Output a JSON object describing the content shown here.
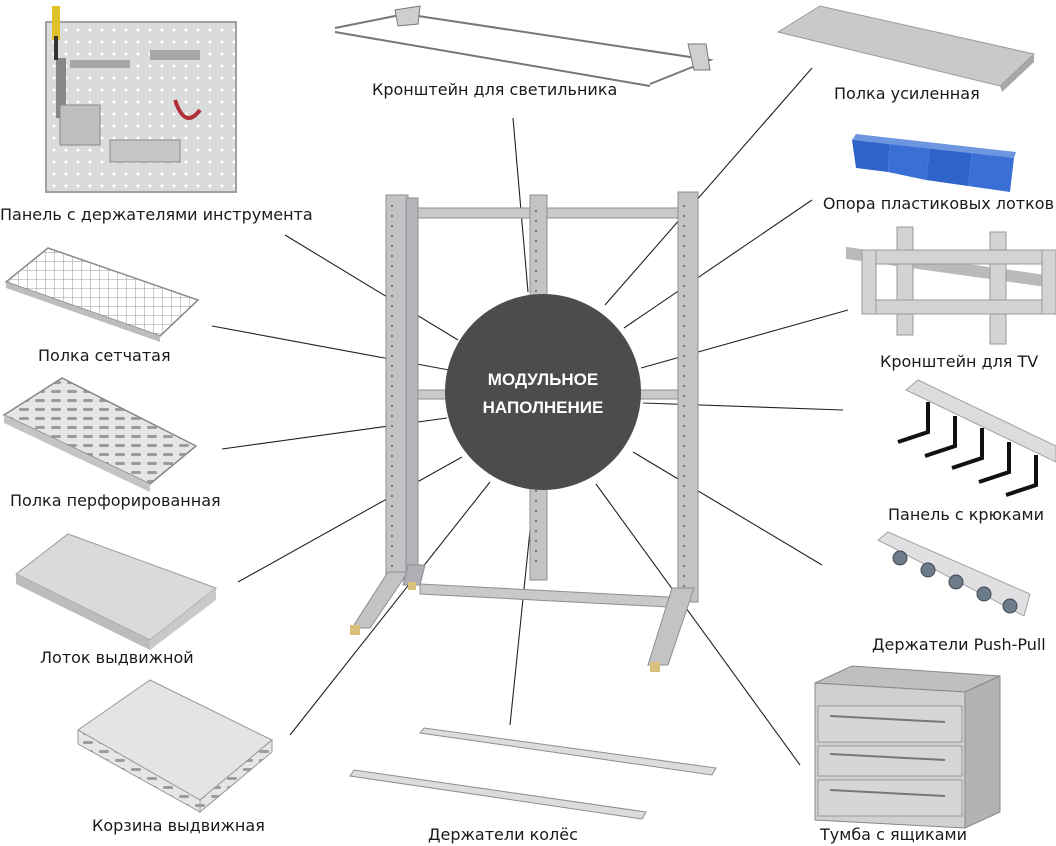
{
  "center": {
    "line1": "МОДУЛЬНОЕ",
    "line2": "НАПОЛНЕНИЕ"
  },
  "labels": {
    "tool_panel": "Панель с держателями инструмента",
    "light_bracket": "Кронштейн для светильника",
    "reinforced_shelf": "Полка усиленная",
    "bin_support": "Опора пластиковых лотков",
    "mesh_shelf": "Полка сетчатая",
    "tv_bracket": "Кронштейн для TV",
    "perforated_shelf": "Полка перфорированная",
    "hook_panel": "Панель с крюками",
    "drawer_tray": "Лоток выдвижной",
    "push_pull": "Держатели Push-Pull",
    "drawer_basket": "Корзина выдвижная",
    "wheel_holders": "Держатели колёс",
    "drawer_cabinet": "Тумба с ящиками"
  },
  "colors": {
    "center_fill": "#4d4b4b",
    "frame": "#c3c3c6",
    "frame_edge": "#8e8e92",
    "bin_blue": "#2f63c9",
    "leader_line": "#222222"
  }
}
